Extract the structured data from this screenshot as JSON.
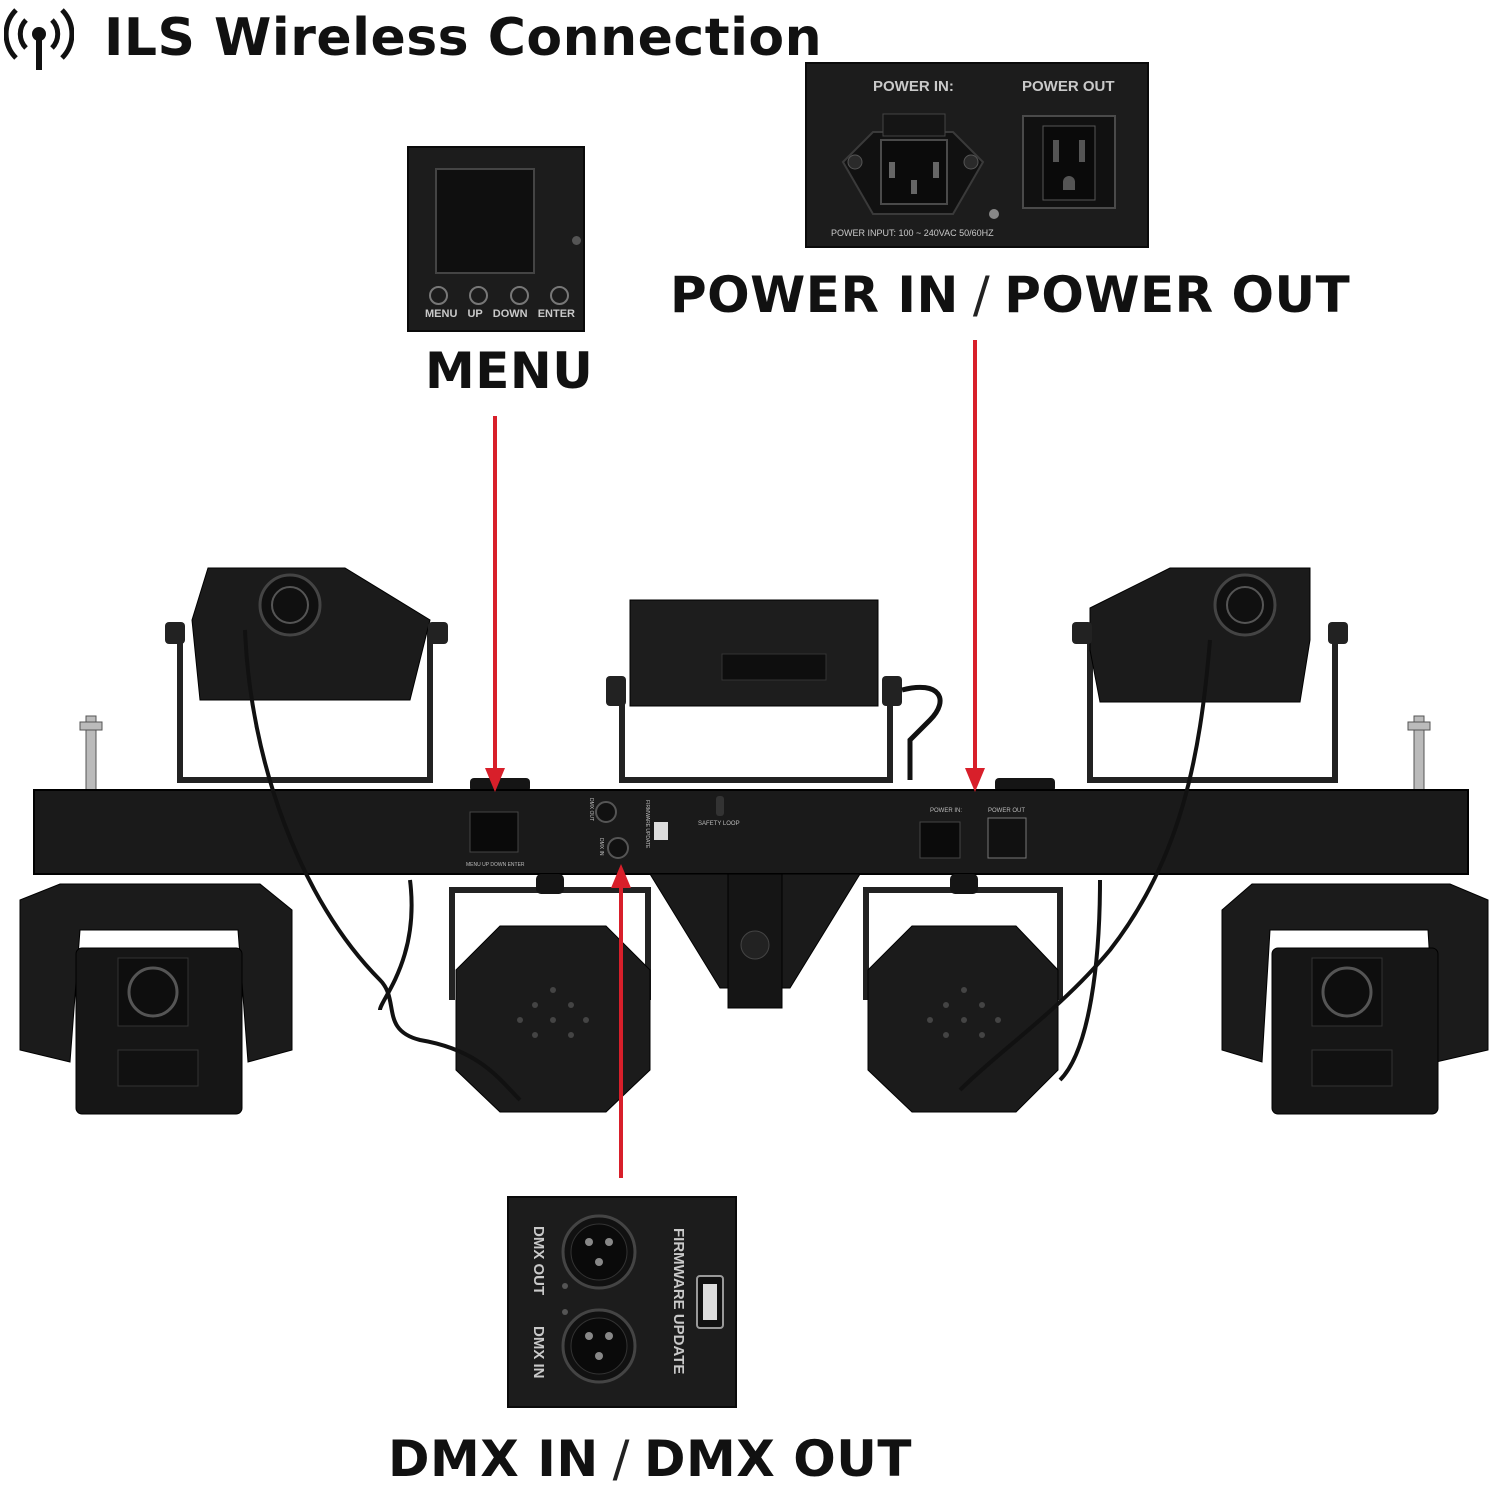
{
  "header": {
    "title": "ILS Wireless Connection",
    "icon": "wireless-signal-icon"
  },
  "callouts": {
    "menu": {
      "label": "MENU",
      "buttons": [
        "MENU",
        "UP",
        "DOWN",
        "ENTER"
      ]
    },
    "power": {
      "label_left": "POWER IN",
      "separator": "/",
      "label_right": "POWER OUT",
      "panel_in": "POWER IN:",
      "panel_out": "POWER OUT",
      "input_spec": "POWER INPUT: 100 ~ 240VAC 50/60HZ"
    },
    "dmx": {
      "label_left": "DMX IN",
      "separator": "/",
      "label_right": "DMX OUT",
      "port_out": "DMX OUT",
      "port_in": "DMX IN",
      "firmware": "FIRMWARE UPDATE"
    }
  },
  "bar_labels": {
    "safety_loop": "SAFETY LOOP",
    "power_in": "POWER IN:",
    "power_out": "POWER OUT",
    "firmware": "FIRMWARE UPDATE",
    "dmx_out": "DMX OUT",
    "dmx_in": "DMX IN",
    "menu_row": "MENU UP DOWN ENTER"
  },
  "colors": {
    "arrow": "#d81f2a",
    "fixture": "#1b1b1b",
    "panel": "#1c1c1c"
  }
}
